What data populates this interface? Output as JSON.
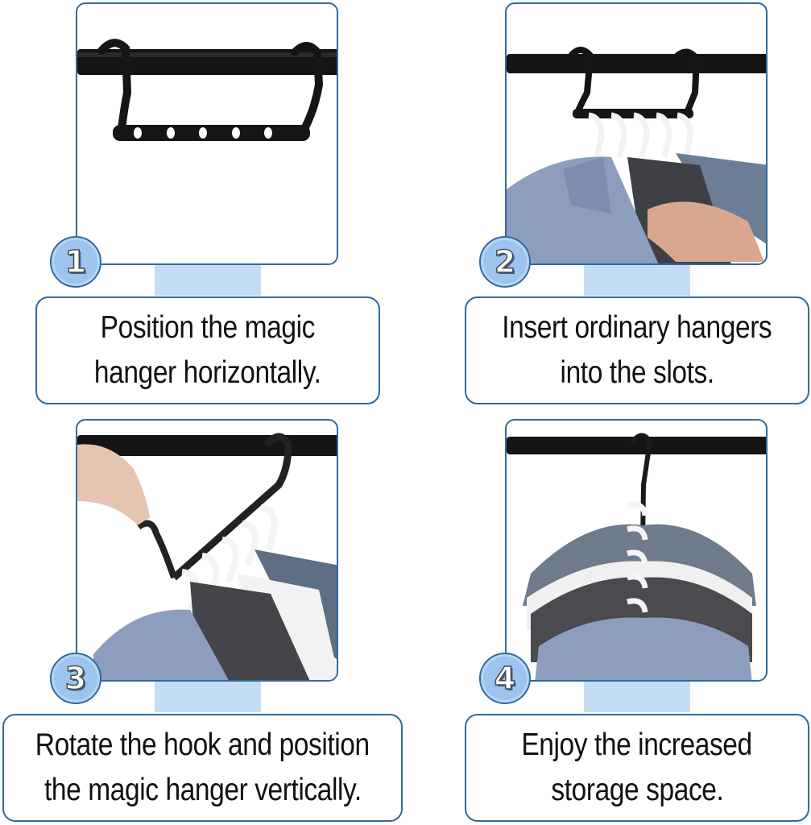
{
  "steps": [
    {
      "number": "1",
      "caption_line1": "Position the magic",
      "caption_line2": "hanger horizontally.",
      "image": "magic-hanger-horizontal-on-rod"
    },
    {
      "number": "2",
      "caption_line1": "Insert ordinary hangers",
      "caption_line2": "into the slots.",
      "image": "hand-inserting-shirt-hangers"
    },
    {
      "number": "3",
      "caption_line1": "Rotate the hook and position",
      "caption_line2": "the magic hanger vertically.",
      "image": "hand-rotating-hook"
    },
    {
      "number": "4",
      "caption_line1": "Enjoy the increased",
      "caption_line2": "storage space.",
      "image": "vertical-hanger-stacked-shirts"
    }
  ],
  "colors": {
    "border": "#2f6aa0",
    "badge_fill": "#9cc4ee",
    "connector": "#c4ddf6",
    "rod": "#111111",
    "shirt_blue": "#8e9ec0",
    "shirt_dark": "#4a4a4f"
  }
}
